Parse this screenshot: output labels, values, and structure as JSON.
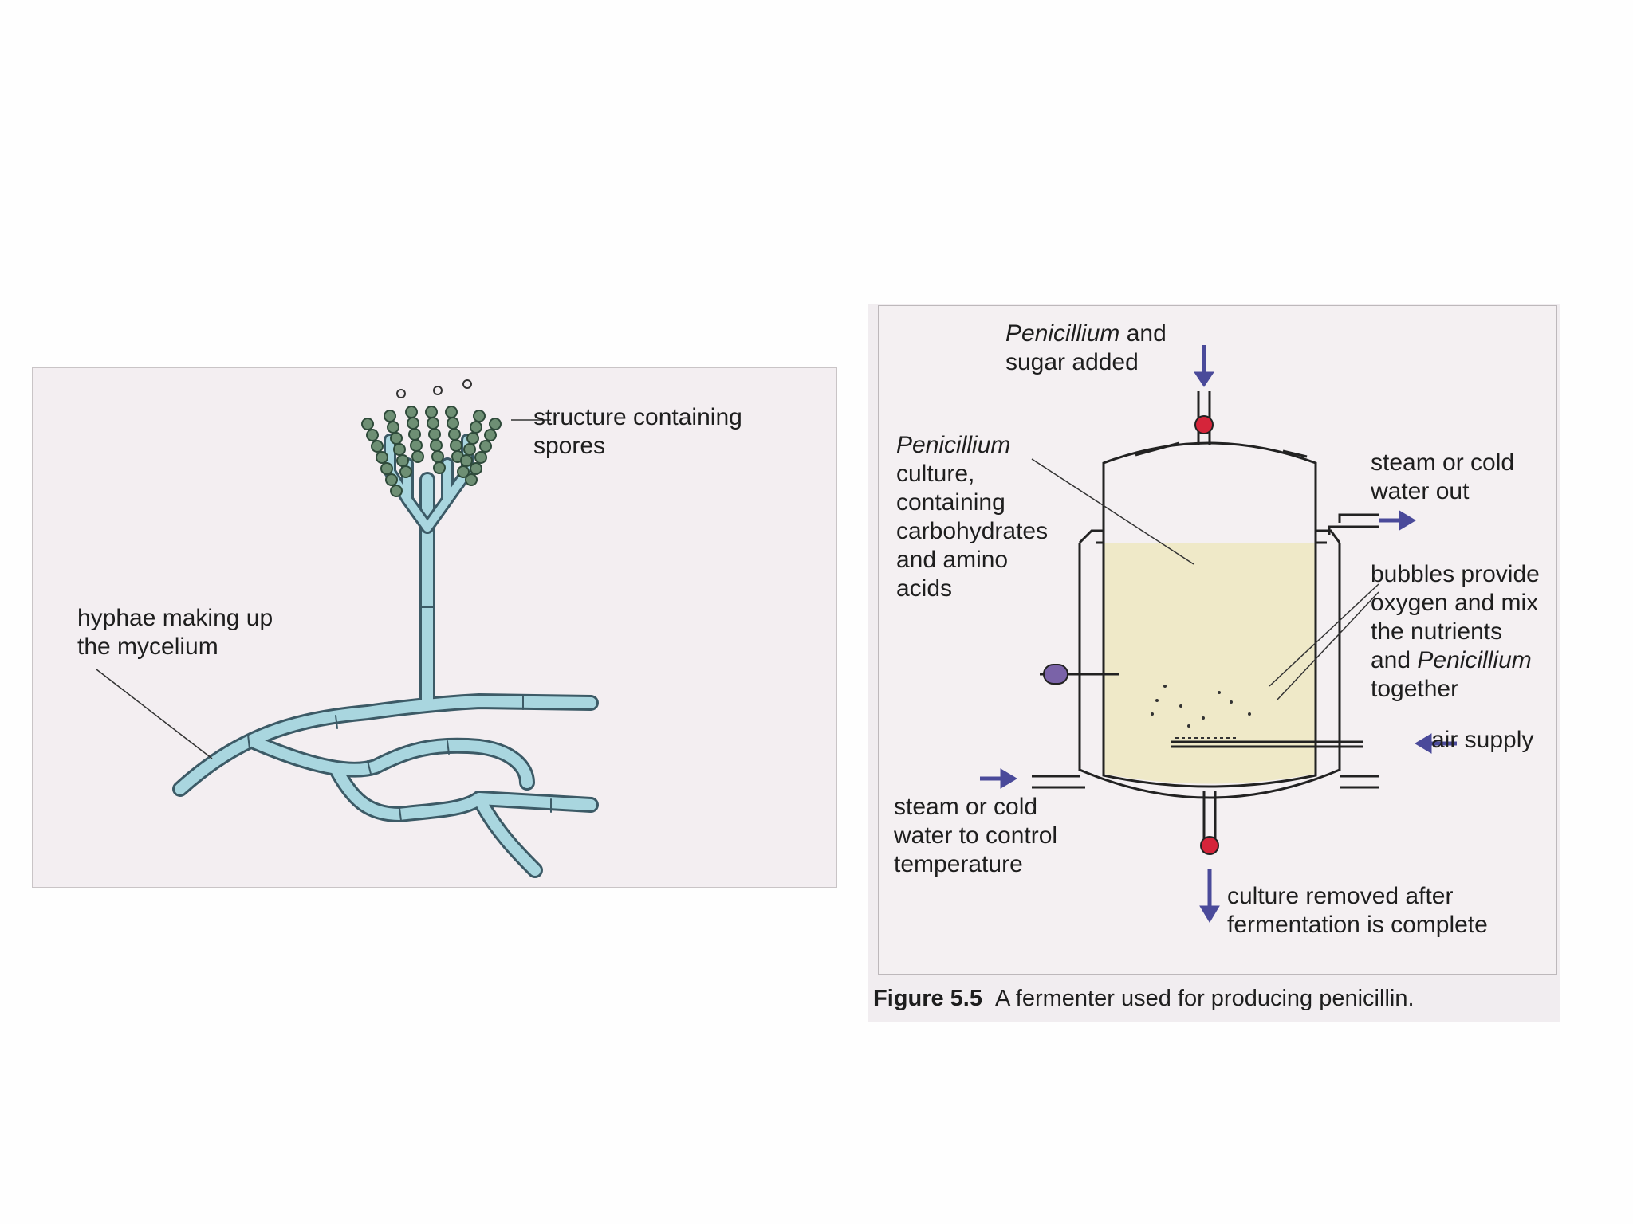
{
  "left_diagram": {
    "labels": {
      "spores": "structure containing\nspores",
      "hyphae": "hyphae making up\nthe mycelium"
    }
  },
  "right_diagram": {
    "labels": {
      "inlet_italic": "Penicillium",
      "inlet_rest": " and\nsugar added",
      "culture_italic": "Penicillium",
      "culture_rest": "\nculture,\ncontaining\ncarbohydrates\nand amino\nacids",
      "steam_out": "steam or cold\nwater out",
      "bubbles_a": "bubbles provide\noxygen and mix\nthe nutrients\nand ",
      "bubbles_italic": "Penicillium",
      "bubbles_b": "\ntogether",
      "air_supply": "air supply",
      "steam_in": "steam or cold\nwater to control\ntemperature",
      "removed": "culture removed after\nfermentation is complete"
    },
    "caption": {
      "number": "Figure 5.5",
      "text": "A fermenter used for producing penicillin."
    }
  }
}
